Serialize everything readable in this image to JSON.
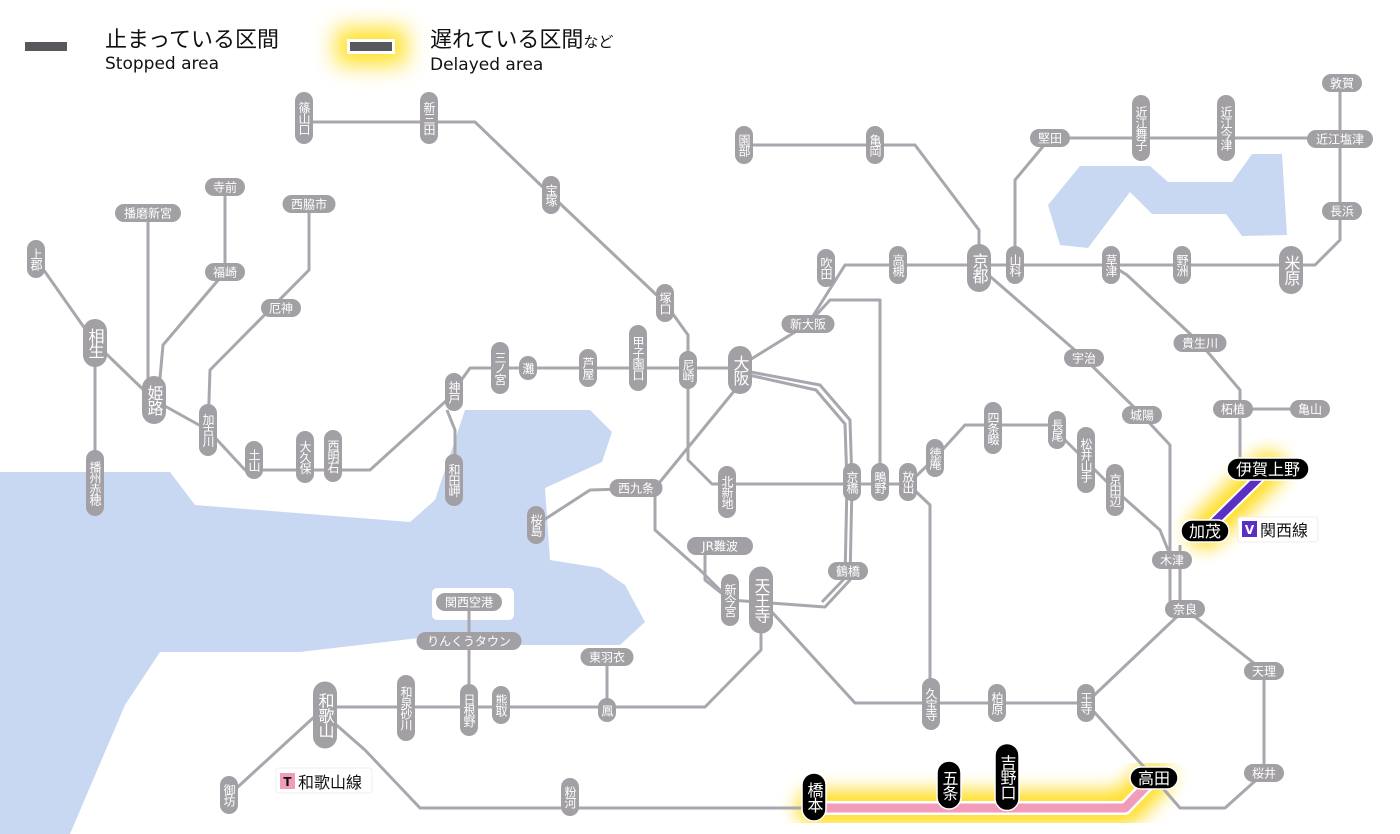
{
  "legend": {
    "stopped": {
      "ja": "止まっている区間",
      "en": "Stopped area"
    },
    "delayed": {
      "ja": "遅れている区間",
      "ja_suffix": "など",
      "en": "Delayed area"
    }
  },
  "colors": {
    "line": "#aaa6ae",
    "station_pill": "#a2a0a4",
    "affected_station": "#000000",
    "kansai_line": "#5b2fc4",
    "wakayama_line": "#f39bbb",
    "glow": "#ffd800",
    "water": "#c9d8f2"
  },
  "line_labels": [
    {
      "code": "V",
      "name": "関西線",
      "color": "#5b2fc4"
    },
    {
      "code": "T",
      "name": "和歌山線",
      "color": "#f39bbb"
    }
  ],
  "delayed_sections": [
    {
      "line": "関西線",
      "from": "伊賀上野",
      "to": "加茂"
    },
    {
      "line": "和歌山線",
      "from": "橋本",
      "to": "高田"
    }
  ],
  "stations": [
    {
      "name": "篠山口",
      "kind": "normal"
    },
    {
      "name": "新三田",
      "kind": "normal"
    },
    {
      "name": "宝塚",
      "kind": "normal"
    },
    {
      "name": "塚口",
      "kind": "normal"
    },
    {
      "name": "尼崎",
      "kind": "normal"
    },
    {
      "name": "甲子園口",
      "kind": "normal"
    },
    {
      "name": "芦屋",
      "kind": "normal"
    },
    {
      "name": "灘",
      "kind": "normal"
    },
    {
      "name": "三ノ宮",
      "kind": "normal"
    },
    {
      "name": "神戸",
      "kind": "normal"
    },
    {
      "name": "和田岬",
      "kind": "normal"
    },
    {
      "name": "西明石",
      "kind": "normal"
    },
    {
      "name": "大久保",
      "kind": "normal"
    },
    {
      "name": "土山",
      "kind": "normal"
    },
    {
      "name": "加古川",
      "kind": "normal"
    },
    {
      "name": "厄神",
      "kind": "normal"
    },
    {
      "name": "西脇市",
      "kind": "normal"
    },
    {
      "name": "寺前",
      "kind": "normal"
    },
    {
      "name": "福崎",
      "kind": "normal"
    },
    {
      "name": "播磨新宮",
      "kind": "normal"
    },
    {
      "name": "姫路",
      "kind": "major"
    },
    {
      "name": "相生",
      "kind": "major"
    },
    {
      "name": "上郡",
      "kind": "normal"
    },
    {
      "name": "播州赤穂",
      "kind": "normal"
    },
    {
      "name": "大阪",
      "kind": "major"
    },
    {
      "name": "新大阪",
      "kind": "normal"
    },
    {
      "name": "吹田",
      "kind": "normal"
    },
    {
      "name": "高槻",
      "kind": "normal"
    },
    {
      "name": "京都",
      "kind": "major"
    },
    {
      "name": "山科",
      "kind": "normal"
    },
    {
      "name": "園部",
      "kind": "normal"
    },
    {
      "name": "亀岡",
      "kind": "normal"
    },
    {
      "name": "堅田",
      "kind": "normal"
    },
    {
      "name": "近江舞子",
      "kind": "normal"
    },
    {
      "name": "近江今津",
      "kind": "normal"
    },
    {
      "name": "近江塩津",
      "kind": "normal"
    },
    {
      "name": "敦賀",
      "kind": "normal"
    },
    {
      "name": "長浜",
      "kind": "normal"
    },
    {
      "name": "米原",
      "kind": "major"
    },
    {
      "name": "野洲",
      "kind": "normal"
    },
    {
      "name": "草津",
      "kind": "normal"
    },
    {
      "name": "宇治",
      "kind": "normal"
    },
    {
      "name": "貴生川",
      "kind": "normal"
    },
    {
      "name": "城陽",
      "kind": "normal"
    },
    {
      "name": "柘植",
      "kind": "normal"
    },
    {
      "name": "亀山",
      "kind": "normal"
    },
    {
      "name": "伊賀上野",
      "kind": "affected"
    },
    {
      "name": "加茂",
      "kind": "affected"
    },
    {
      "name": "木津",
      "kind": "normal"
    },
    {
      "name": "奈良",
      "kind": "normal"
    },
    {
      "name": "天理",
      "kind": "normal"
    },
    {
      "name": "桜井",
      "kind": "normal"
    },
    {
      "name": "高田",
      "kind": "affected"
    },
    {
      "name": "王寺",
      "kind": "normal"
    },
    {
      "name": "柏原",
      "kind": "normal"
    },
    {
      "name": "久宝寺",
      "kind": "normal"
    },
    {
      "name": "吉野口",
      "kind": "affected"
    },
    {
      "name": "五条",
      "kind": "affected"
    },
    {
      "name": "橋本",
      "kind": "affected"
    },
    {
      "name": "粉河",
      "kind": "normal"
    },
    {
      "name": "和歌山",
      "kind": "major"
    },
    {
      "name": "御坊",
      "kind": "normal"
    },
    {
      "name": "和泉砂川",
      "kind": "normal"
    },
    {
      "name": "日根野",
      "kind": "normal"
    },
    {
      "name": "熊取",
      "kind": "normal"
    },
    {
      "name": "鳳",
      "kind": "normal"
    },
    {
      "name": "東羽衣",
      "kind": "normal"
    },
    {
      "name": "りんくうタウン",
      "kind": "normal"
    },
    {
      "name": "関西空港",
      "kind": "normal"
    },
    {
      "name": "天王寺",
      "kind": "major"
    },
    {
      "name": "新今宮",
      "kind": "normal"
    },
    {
      "name": "JR難波",
      "kind": "normal"
    },
    {
      "name": "鶴橋",
      "kind": "normal"
    },
    {
      "name": "京橋",
      "kind": "normal"
    },
    {
      "name": "鴫野",
      "kind": "normal"
    },
    {
      "name": "放出",
      "kind": "normal"
    },
    {
      "name": "徳庵",
      "kind": "normal"
    },
    {
      "name": "四条畷",
      "kind": "normal"
    },
    {
      "name": "長尾",
      "kind": "normal"
    },
    {
      "name": "松井山手",
      "kind": "normal"
    },
    {
      "name": "京田辺",
      "kind": "normal"
    },
    {
      "name": "北新地",
      "kind": "normal"
    },
    {
      "name": "西九条",
      "kind": "normal"
    },
    {
      "name": "桜島",
      "kind": "normal"
    }
  ]
}
